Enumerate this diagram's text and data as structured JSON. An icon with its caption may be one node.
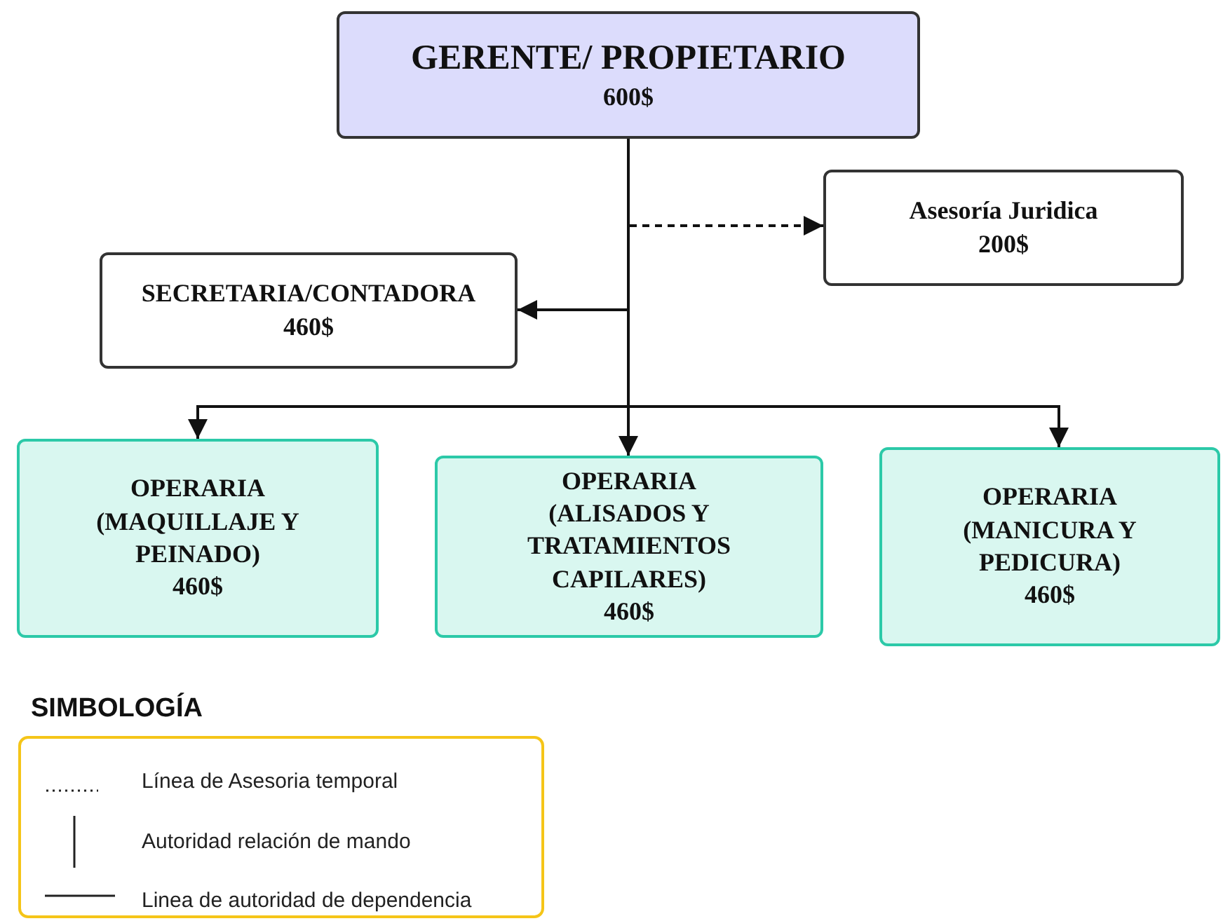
{
  "diagram": {
    "nodes": [
      {
        "text": [
          "GERENTE/ PROPIETARIO",
          "600$"
        ]
      },
      {
        "text": [
          "Asesoría Juridica",
          "200$"
        ]
      },
      {
        "text": [
          "SECRETARIA/CONTADORA",
          "460$"
        ]
      },
      {
        "text": [
          "OPERARIA (MAQUILLAJE Y PEINADO)",
          "460$"
        ]
      },
      {
        "text": [
          "OPERARIA (ALISADOS Y TRATAMIENTOS CAPILARES)",
          "460$"
        ]
      },
      {
        "text": [
          "OPERARIA (MANICURA Y PEDICURA)",
          "460$"
        ]
      }
    ],
    "edges": [
      {
        "from": 0,
        "to": 1,
        "arrow": "to",
        "style": "dashed"
      },
      {
        "from": 0,
        "to": 2,
        "arrow": "to"
      },
      {
        "from": 0,
        "to": 3,
        "arrow": "to"
      },
      {
        "from": 0,
        "to": 4,
        "arrow": "to"
      },
      {
        "from": 0,
        "to": 5,
        "arrow": "to"
      }
    ],
    "labels": [
      "SIMBOLOGÍA"
    ],
    "legend": [
      {
        "text": "Línea de Asesoria temporal"
      },
      {
        "text": "Autoridad relación de mando"
      },
      {
        "text": "Linea de autoridad de dependencia"
      }
    ]
  }
}
